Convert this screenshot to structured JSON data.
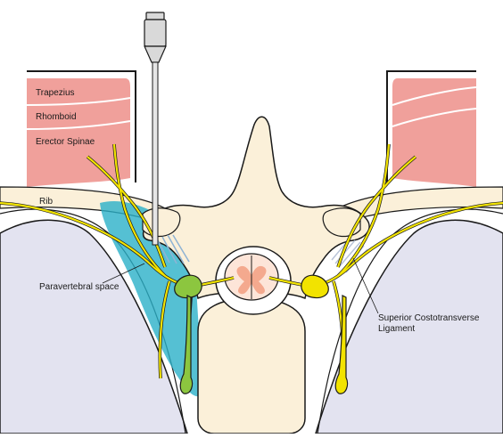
{
  "labels": {
    "trapezius": "Trapezius",
    "rhomboid": "Rhomboid",
    "erector_spinae": "Erector Spinae",
    "rib": "Rib",
    "paravertebral_space": "Paravertebral space",
    "ligament_line1": "Superior Costotransverse",
    "ligament_line2": "Ligament"
  },
  "colors": {
    "muscle": "#f0a09b",
    "bone": "#fbf0d9",
    "pleura": "#e3e3f0",
    "nerve_left": "#8cc63f",
    "nerve_right": "#f2e300",
    "paravertebral_space": "#2ab0c8",
    "cord_grey_matter": "#f4a98e",
    "ligament": "#b9c4d8"
  }
}
